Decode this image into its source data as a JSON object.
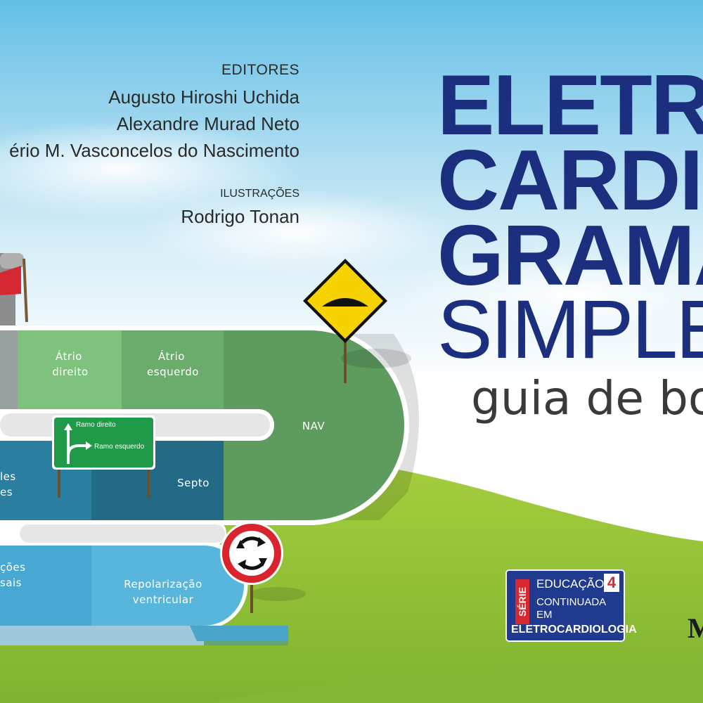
{
  "credits": {
    "editors_label": "EDITORES",
    "editors": [
      "Augusto Hiroshi Uchida",
      "Alexandre Murad Neto",
      "ério M. Vasconcelos do Nascimento"
    ],
    "illustrations_label": "ILUSTRAÇÕES",
    "illustrator": "Rodrigo Tonan"
  },
  "title": {
    "line1": "ELETRO",
    "line2": "CARDIO",
    "line3": "GRAMA",
    "line4": "SIMPLES",
    "subtitle": "guia de bol"
  },
  "road": {
    "segments": [
      {
        "id": "atrio-direito",
        "label_lines": [
          "Átrio",
          "direito"
        ],
        "color": "#7fc27d"
      },
      {
        "id": "atrio-esquerdo",
        "label_lines": [
          "Átrio",
          "esquerdo"
        ],
        "color": "#6aac6b"
      },
      {
        "id": "nav",
        "label_lines": [
          "NAV"
        ],
        "color": "#5e9b5f"
      },
      {
        "id": "ramos",
        "label_lines": [
          "les",
          "es"
        ],
        "color": "#2a7fa0"
      },
      {
        "id": "septo",
        "label_lines": [
          "Septo"
        ],
        "color": "#236a87"
      },
      {
        "id": "repolarizacao-inicial",
        "label_lines": [
          "ções",
          "sais"
        ],
        "color": "#49a8d1"
      },
      {
        "id": "repolarizacao",
        "label_lines": [
          "Repolarização",
          "ventricular"
        ],
        "color": "#58b6dd"
      }
    ]
  },
  "signs": {
    "direction_top": "Ramo direito",
    "direction_right": "Ramo esquerdo"
  },
  "series_badge": {
    "serie_label": "SÉRIE",
    "line1": "EDUCAÇÃO",
    "number": "4",
    "line2": "CONTINUADA",
    "line3": "EM",
    "line4": "ELETROCARDIOLOGIA"
  },
  "publisher": "M",
  "colors": {
    "title": "#1c2f7e",
    "sky_top": "#6ec3e8",
    "grass": "#8fbe3a",
    "badge": "#1f3a8e"
  }
}
